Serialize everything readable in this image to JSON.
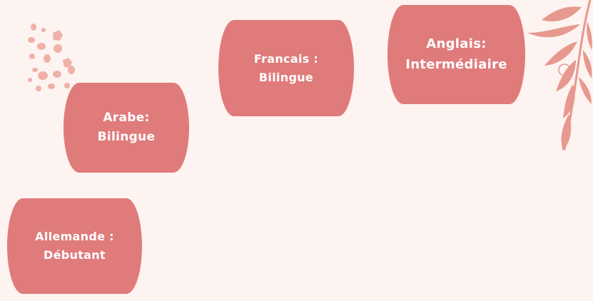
{
  "colors": {
    "background": "#fdf3f0",
    "card": "#e07b7b",
    "card_text": "#ffffff",
    "dots": "#efb1a8",
    "leaves": "#e7998f"
  },
  "decorations": {
    "dots_icon": "speckle-dots-icon",
    "leaves_icon": "leafy-branch-icon"
  },
  "languages": [
    {
      "line1": "Arabe:",
      "line2": "Bilingue"
    },
    {
      "line1": "Francais :",
      "line2": "Bilingue"
    },
    {
      "line1": "Anglais:",
      "line2": "Intermédiaire"
    },
    {
      "line1": "Allemande :",
      "line2": "Débutant"
    }
  ]
}
